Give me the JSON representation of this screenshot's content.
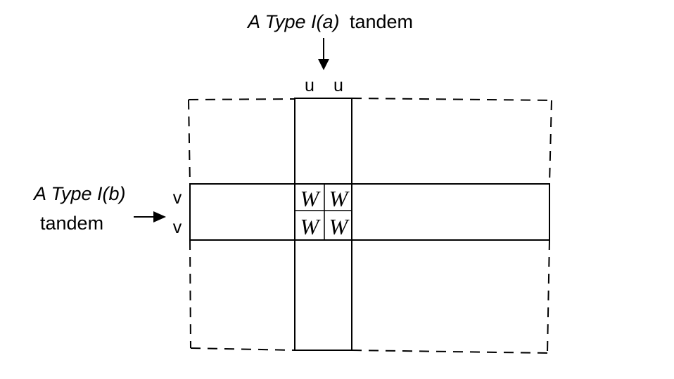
{
  "type_a": {
    "italic": "A Type I(a)",
    "plain": "tandem"
  },
  "type_b": {
    "italic": "A Type I(b)",
    "plain": "tandem"
  },
  "column_labels": [
    "u",
    "u"
  ],
  "row_labels": [
    "v",
    "v"
  ],
  "cells": [
    [
      "W",
      "W"
    ],
    [
      "W",
      "W"
    ]
  ]
}
